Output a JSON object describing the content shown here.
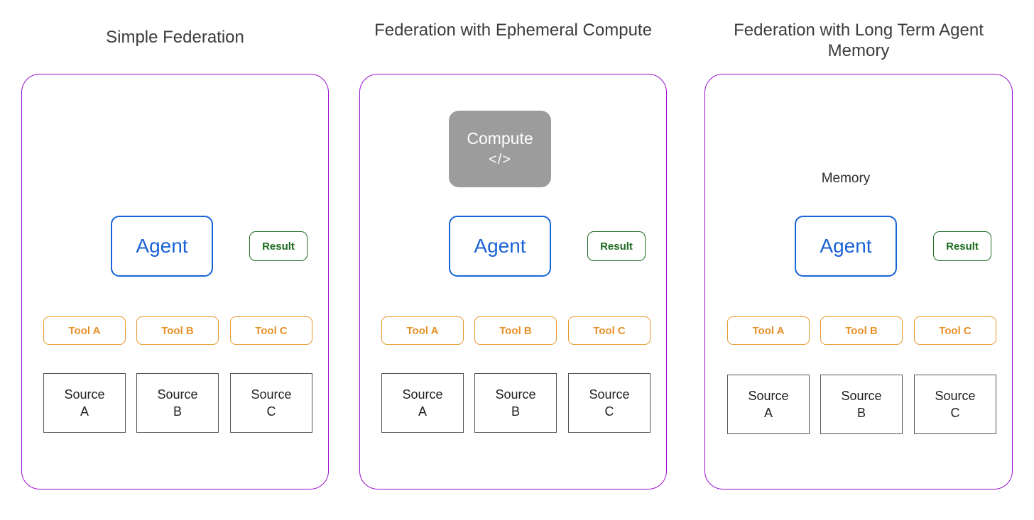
{
  "colors": {
    "panel_border": "#9A10D0",
    "agent_border": "#1565D8",
    "agent_text": "#1A62D6",
    "result": "#1E6B20",
    "tool": "#E8982E",
    "source_border": "#555555",
    "compute_fill": "#9C9C9C",
    "person_icon": "#1F74AE",
    "brain_fill": "#F9B24A",
    "head_outline": "#2A1B72",
    "arrow": "#555555",
    "background": "#FFFFFF"
  },
  "panels": [
    {
      "id": "simple-federation",
      "title": "Simple Federation",
      "person_icon": "person-icon",
      "agent_label": "Agent",
      "result_label": "Result",
      "has_compute": false,
      "has_memory": false,
      "tools": [
        "Tool A",
        "Tool B",
        "Tool C"
      ],
      "sources": [
        {
          "line1": "Source",
          "line2": "A"
        },
        {
          "line1": "Source",
          "line2": "B"
        },
        {
          "line1": "Source",
          "line2": "C"
        }
      ]
    },
    {
      "id": "federation-ephemeral-compute",
      "title": "Federation with Ephemeral Compute",
      "person_icon": "person-icon",
      "agent_label": "Agent",
      "result_label": "Result",
      "has_compute": true,
      "compute_label": "Compute",
      "compute_code": "</>",
      "has_memory": false,
      "tools": [
        "Tool A",
        "Tool B",
        "Tool C"
      ],
      "sources": [
        {
          "line1": "Source",
          "line2": "A"
        },
        {
          "line1": "Source",
          "line2": "B"
        },
        {
          "line1": "Source",
          "line2": "C"
        }
      ]
    },
    {
      "id": "federation-long-term-agent-memory",
      "title": "Federation with Long Term Agent Memory",
      "person_icon": "person-icon",
      "agent_label": "Agent",
      "result_label": "Result",
      "has_compute": false,
      "has_memory": true,
      "memory_label": "Memory",
      "memory_icon": "brain-head-icon",
      "tools": [
        "Tool A",
        "Tool B",
        "Tool C"
      ],
      "sources": [
        {
          "line1": "Source",
          "line2": "A"
        },
        {
          "line1": "Source",
          "line2": "B"
        },
        {
          "line1": "Source",
          "line2": "C"
        }
      ]
    }
  ]
}
